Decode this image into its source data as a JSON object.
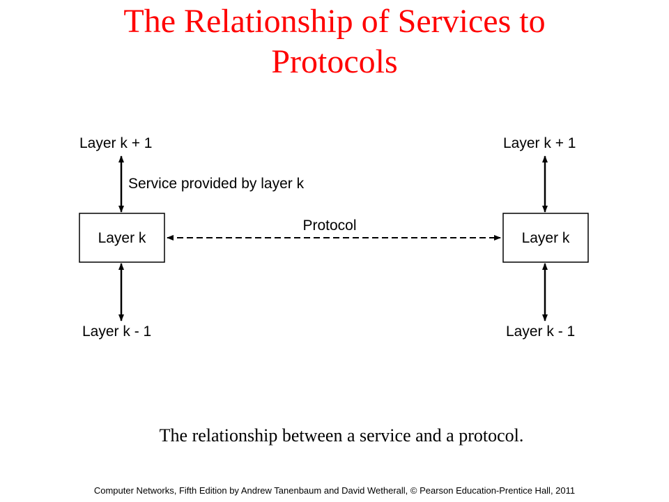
{
  "slide": {
    "title_line1": "The Relationship of Services to",
    "title_line2": "Protocols",
    "title_color": "#ff0000",
    "caption": "The relationship between a service and a protocol.",
    "footer": "Computer Networks, Fifth Edition by Andrew Tanenbaum  and David Wetherall, © Pearson Education-Prentice Hall, 2011"
  },
  "diagram": {
    "left": {
      "upper": "Layer k + 1",
      "box": "Layer k",
      "lower": "Layer k - 1"
    },
    "right": {
      "upper": "Layer k + 1",
      "box": "Layer k",
      "lower": "Layer k - 1"
    },
    "service_label": "Service provided by layer k",
    "protocol_label": "Protocol"
  }
}
